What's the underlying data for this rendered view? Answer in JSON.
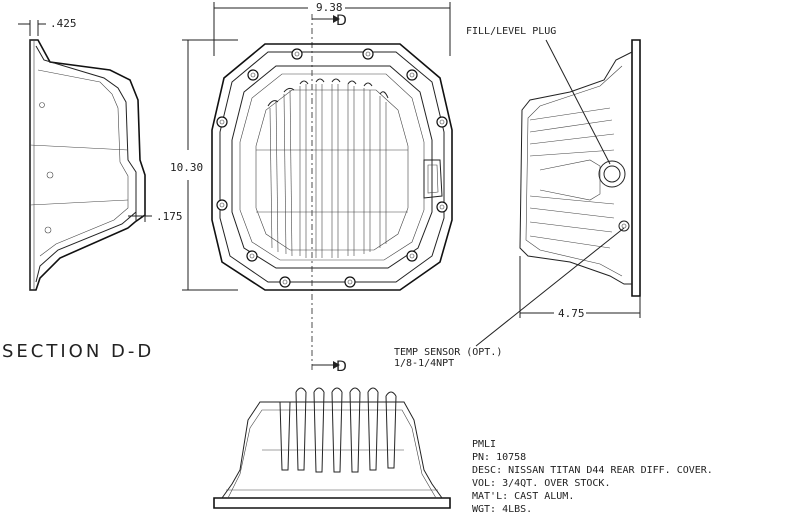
{
  "dimensions": {
    "width": "9.38",
    "height": "10.30",
    "flange": ".425",
    "wall": ".175",
    "depth": "4.75"
  },
  "section_marks": {
    "top": "D",
    "bottom": "D"
  },
  "section_title": "SECTION D-D",
  "callouts": {
    "fill_plug": "FILL/LEVEL PLUG",
    "temp_sensor_line1": "TEMP SENSOR (OPT.)",
    "temp_sensor_line2": "1/8-1/4NPT"
  },
  "title_block": {
    "company": "PMLI",
    "part_number": "PN: 10758",
    "description": "DESC: NISSAN TITAN D44 REAR DIFF. COVER.",
    "volume": "VOL: 3/4QT. OVER STOCK.",
    "material": "MAT'L: CAST ALUM.",
    "weight": "WGT: 4LBS."
  }
}
